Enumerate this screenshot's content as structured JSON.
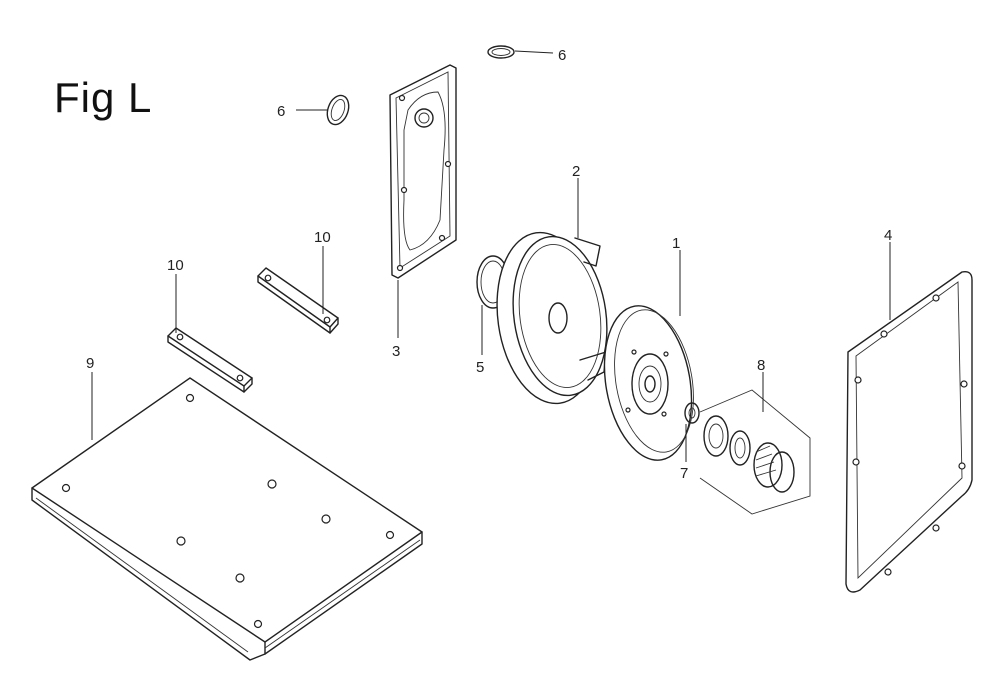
{
  "figure": {
    "title": "Fig L"
  },
  "callouts": [
    {
      "id": "label-1",
      "text": "1"
    },
    {
      "id": "label-2",
      "text": "2"
    },
    {
      "id": "label-3",
      "text": "3"
    },
    {
      "id": "label-4",
      "text": "4"
    },
    {
      "id": "label-5",
      "text": "5"
    },
    {
      "id": "label-6a",
      "text": "6"
    },
    {
      "id": "label-6b",
      "text": "6"
    },
    {
      "id": "label-7",
      "text": "7"
    },
    {
      "id": "label-8",
      "text": "8"
    },
    {
      "id": "label-9",
      "text": "9"
    },
    {
      "id": "label-10a",
      "text": "10"
    },
    {
      "id": "label-10b",
      "text": "10"
    }
  ]
}
